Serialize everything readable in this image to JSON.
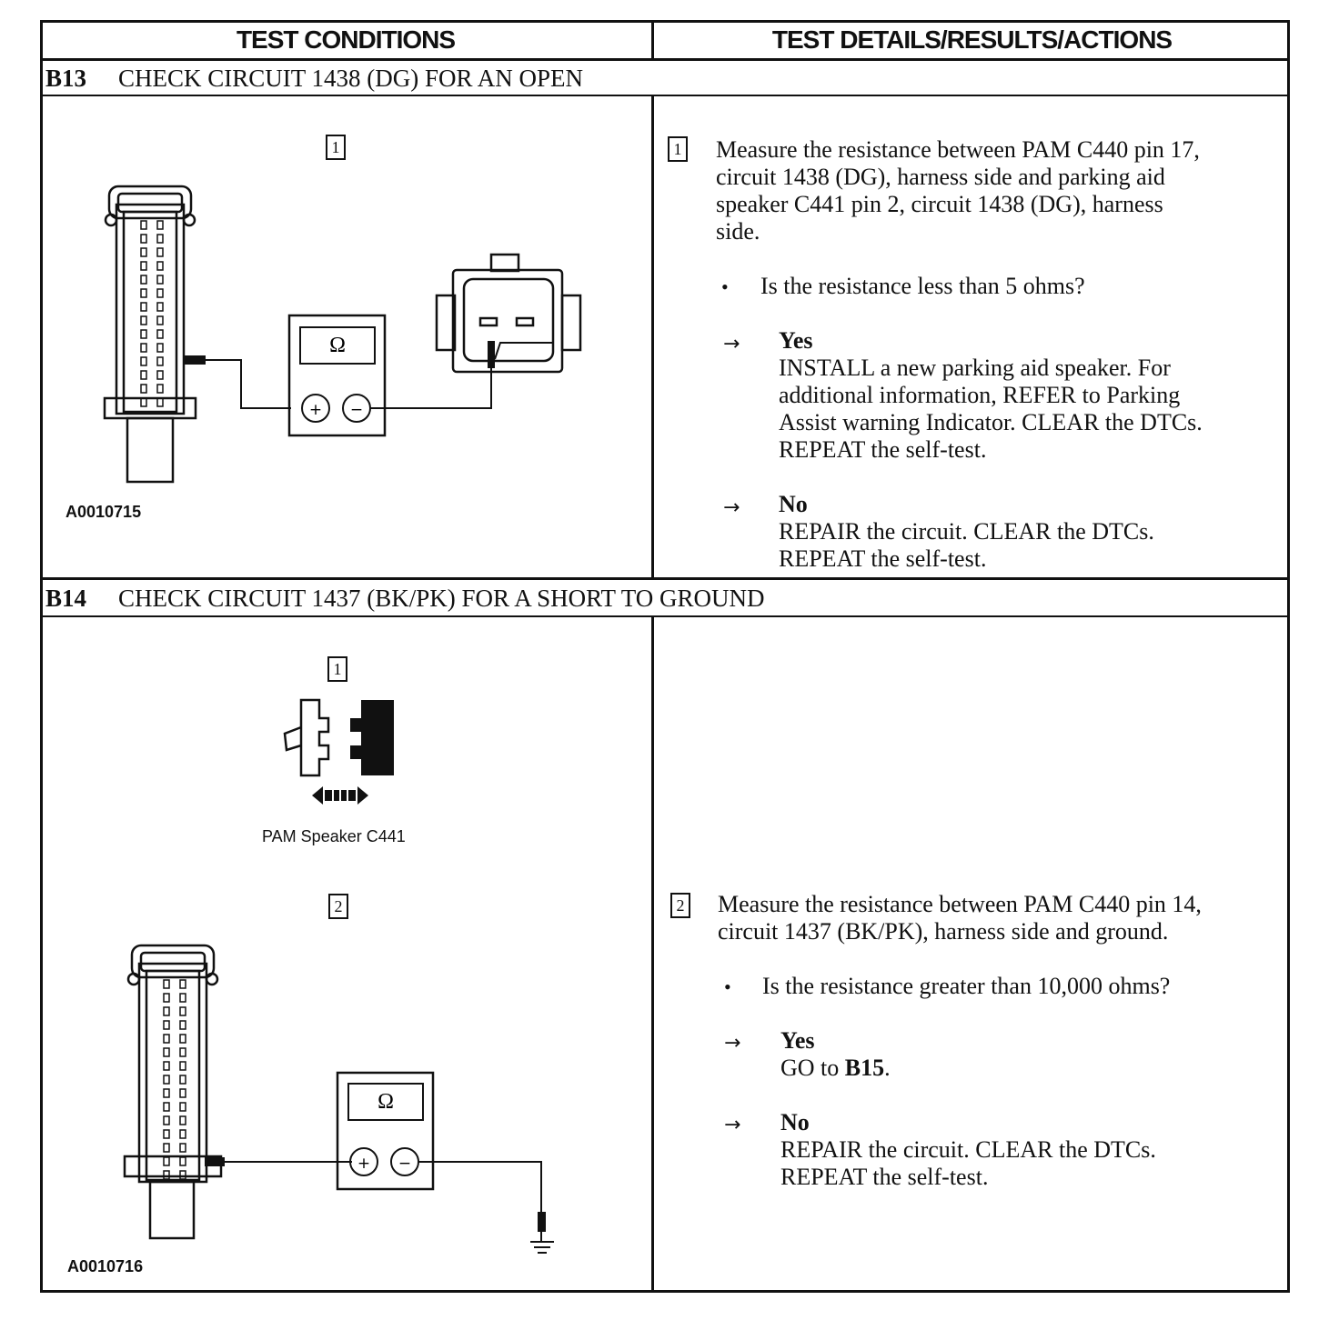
{
  "header": {
    "left": "TEST CONDITIONS",
    "right": "TEST DETAILS/RESULTS/ACTIONS"
  },
  "steps": [
    {
      "id": "B13",
      "title": "CHECK CIRCUIT 1438 (DG) FOR AN OPEN",
      "figure_id": "A0010715",
      "items": [
        {
          "num": "1",
          "lines": [
            "Measure the resistance between PAM C440 pin 17,",
            "circuit 1438 (DG), harness side and parking aid",
            "speaker C441 pin 2, circuit 1438 (DG), harness",
            "side."
          ],
          "question": "Is the resistance less than 5 ohms?",
          "yes": {
            "label": "Yes",
            "lines": [
              "INSTALL a new parking aid speaker. For",
              "additional information, REFER to Parking",
              "Assist warning Indicator. CLEAR the DTCs.",
              "REPEAT the self-test."
            ]
          },
          "no": {
            "label": "No",
            "lines": [
              "REPAIR the circuit. CLEAR the DTCs.",
              "REPEAT the self-test."
            ]
          }
        }
      ]
    },
    {
      "id": "B14",
      "title": "CHECK CIRCUIT 1437 (BK/PK) FOR A SHORT TO GROUND",
      "figure_id": "A0010716",
      "speaker_label": "PAM Speaker C441",
      "items": [
        {
          "num": "1"
        },
        {
          "num": "2",
          "lines": [
            "Measure the resistance between PAM C440 pin 14,",
            "circuit 1437 (BK/PK), harness side and ground."
          ],
          "question": "Is the resistance greater than 10,000 ohms?",
          "yes": {
            "label": "Yes",
            "text_prefix": "GO to ",
            "text_bold": "B15",
            "text_suffix": "."
          },
          "no": {
            "label": "No",
            "lines": [
              "REPAIR the circuit. CLEAR the DTCs.",
              "REPEAT the self-test."
            ]
          }
        }
      ]
    }
  ],
  "meter": {
    "omega": "Ω",
    "plus": "+",
    "minus": "−"
  },
  "glyphs": {
    "bullet": "•",
    "arrow": "→"
  },
  "icons": [
    "multimeter-icon",
    "connector-icon",
    "ground-icon",
    "disconnect-arrow-icon"
  ]
}
